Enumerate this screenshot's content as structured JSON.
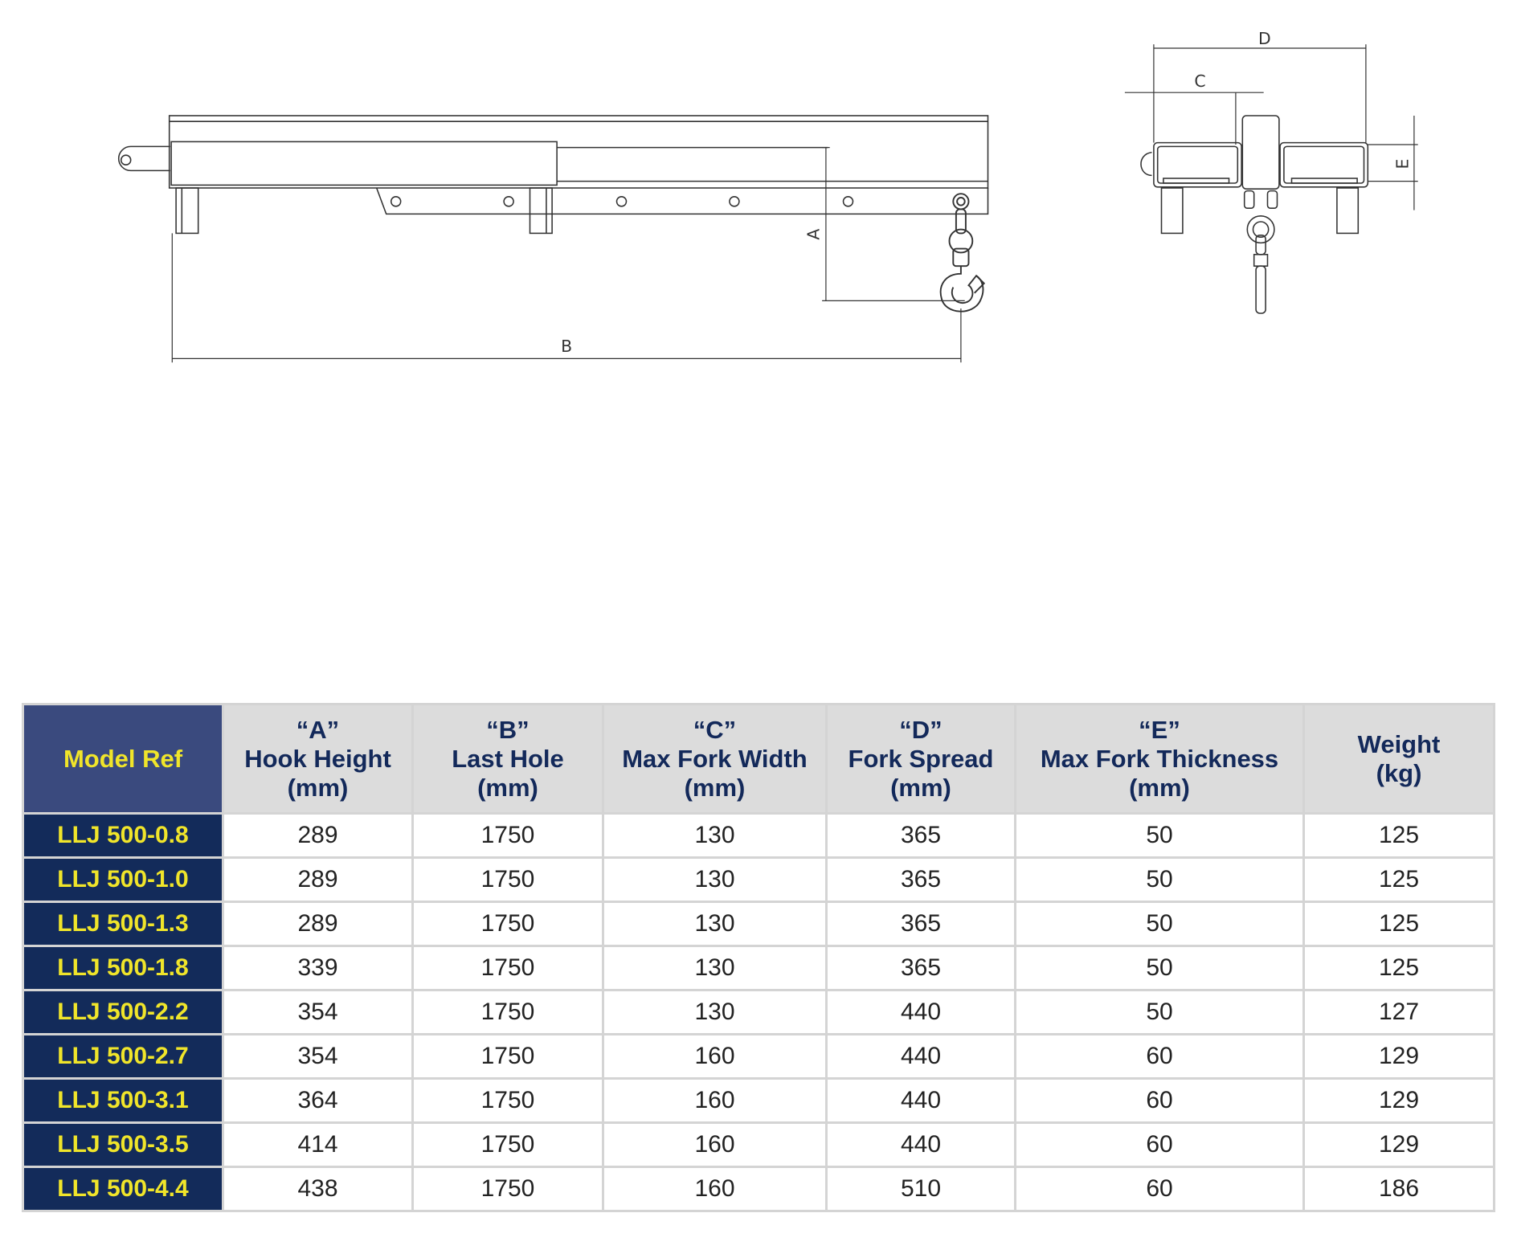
{
  "drawing": {
    "side_labels": {
      "a": "A",
      "b": "B"
    },
    "front_labels": {
      "c": "C",
      "d": "D",
      "e": "E"
    }
  },
  "table": {
    "headers": [
      {
        "lines": [
          "Model Ref"
        ]
      },
      {
        "lines": [
          "“A”",
          "Hook Height",
          "(mm)"
        ]
      },
      {
        "lines": [
          "“B”",
          "Last Hole",
          "(mm)"
        ]
      },
      {
        "lines": [
          "“C”",
          "Max Fork Width",
          "(mm)"
        ]
      },
      {
        "lines": [
          "“D”",
          "Fork Spread",
          "(mm)"
        ]
      },
      {
        "lines": [
          "“E”",
          "Max Fork Thickness",
          "(mm)"
        ]
      },
      {
        "lines": [
          "Weight",
          "(kg)"
        ]
      }
    ],
    "rows": [
      [
        "LLJ 500-0.8",
        "289",
        "1750",
        "130",
        "365",
        "50",
        "125"
      ],
      [
        "LLJ 500-1.0",
        "289",
        "1750",
        "130",
        "365",
        "50",
        "125"
      ],
      [
        "LLJ 500-1.3",
        "289",
        "1750",
        "130",
        "365",
        "50",
        "125"
      ],
      [
        "LLJ 500-1.8",
        "339",
        "1750",
        "130",
        "365",
        "50",
        "125"
      ],
      [
        "LLJ 500-2.2",
        "354",
        "1750",
        "130",
        "440",
        "50",
        "127"
      ],
      [
        "LLJ 500-2.7",
        "354",
        "1750",
        "160",
        "440",
        "60",
        "129"
      ],
      [
        "LLJ 500-3.1",
        "364",
        "1750",
        "160",
        "440",
        "60",
        "129"
      ],
      [
        "LLJ 500-3.5",
        "414",
        "1750",
        "160",
        "440",
        "60",
        "129"
      ],
      [
        "LLJ 500-4.4",
        "438",
        "1750",
        "160",
        "510",
        "60",
        "186"
      ]
    ]
  },
  "colors": {
    "model_header": "#3a4a7e",
    "model_cell": "#132b5a",
    "accent_yellow": "#f0e52a",
    "header_bg": "#dcdcdc"
  }
}
